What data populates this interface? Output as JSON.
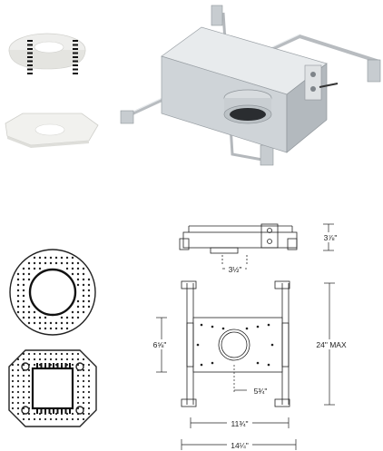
{
  "dimensions": {
    "side_height": "3⅞\"",
    "side_width": "3½\"",
    "plate_height": "6⅝\"",
    "max_height": "24\" MAX",
    "hole_offset": "5¾\"",
    "plate_width": "11¾\"",
    "overall_width": "14¼\""
  },
  "colors": {
    "line": "#222222",
    "housing": "#d6dadd",
    "housing_dark": "#a9afb4",
    "trim": "#f4f4f2"
  },
  "icons": [
    "round-mud-ring-icon",
    "square-mud-ring-icon",
    "housing-photo-icon"
  ]
}
